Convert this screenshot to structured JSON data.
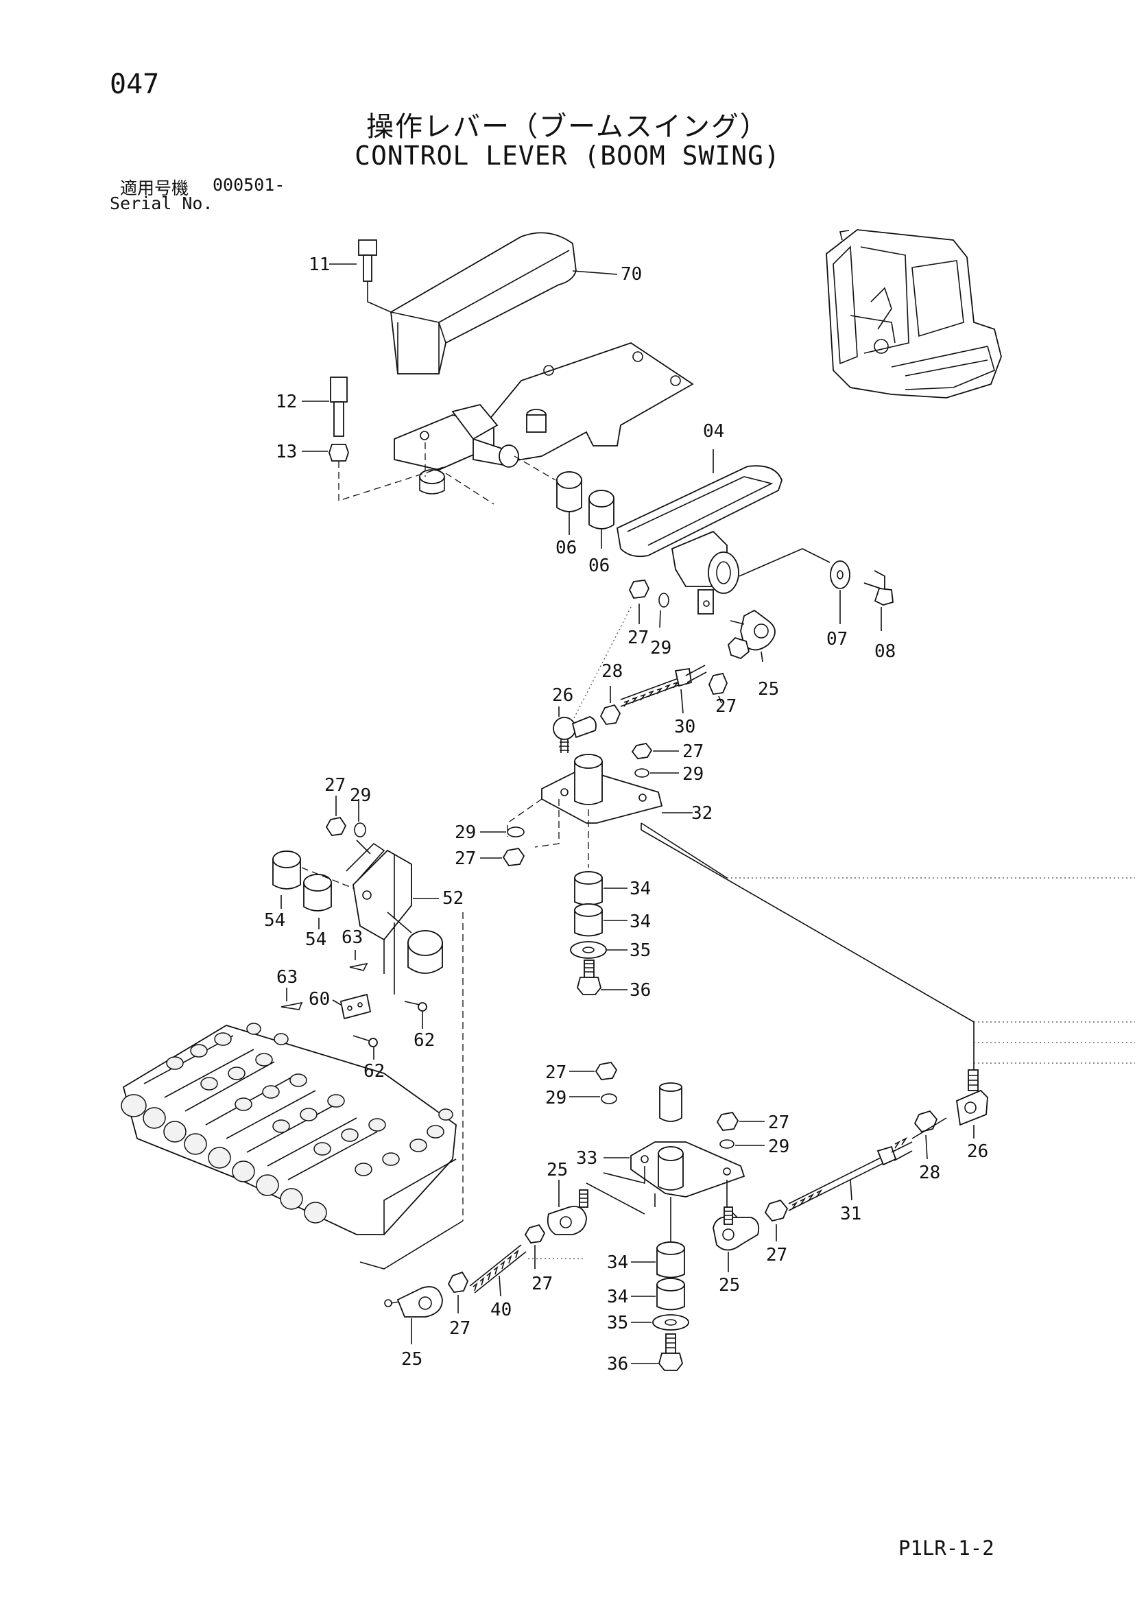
{
  "page_number": "047",
  "title_jp": "操作レバー（ブームスイング）",
  "title_en": "CONTROL LEVER (BOOM SWING)",
  "serial": {
    "label_jp": "適用号機",
    "number": "000501-",
    "label_en": "Serial No."
  },
  "page_code": "P1LR-1-2",
  "callouts": {
    "p11": "11",
    "p70": "70",
    "p12": "12",
    "p13": "13",
    "p04": "04",
    "p06a": "06",
    "p06b": "06",
    "p07": "07",
    "p08": "08",
    "p27a": "27",
    "p29a": "29",
    "p25a": "25",
    "p27b": "27",
    "p28a": "28",
    "p26a": "26",
    "p30": "30",
    "p27c": "27",
    "p29b": "29",
    "p32": "32",
    "p27d": "27",
    "p29c": "29",
    "p29d": "29",
    "p27e": "27",
    "p52": "52",
    "p54a": "54",
    "p54b": "54",
    "p63a": "63",
    "p63b": "63",
    "p60": "60",
    "p62a": "62",
    "p62b": "62",
    "p34a": "34",
    "p34b": "34",
    "p35a": "35",
    "p36a": "36",
    "p27f": "27",
    "p29e": "29",
    "p27g": "27",
    "p29f": "29",
    "p33": "33",
    "p26b": "26",
    "p28b": "28",
    "p31": "31",
    "p25b": "25",
    "p27h": "27",
    "p25c": "25",
    "p27i": "27",
    "p34c": "34",
    "p34d": "34",
    "p35b": "35",
    "p36b": "36",
    "p40": "40",
    "p27j": "27",
    "p25d": "25"
  }
}
